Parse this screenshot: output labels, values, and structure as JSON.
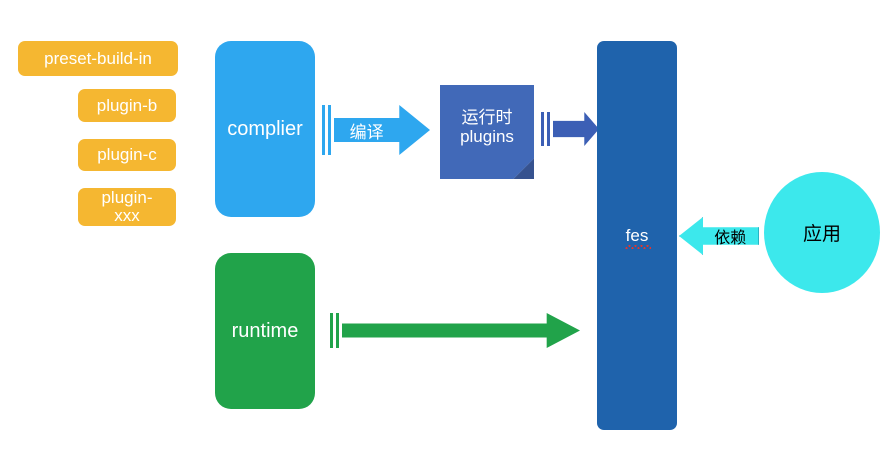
{
  "diagram": {
    "title": "fes architecture diagram",
    "colors": {
      "chip_yellow": "#f5b731",
      "complier_blue": "#2ea7ef",
      "runtime_green": "#21a34a",
      "fes_blue": "#1f63ac",
      "plugins_blue": "#4169b8",
      "arrow_dark_blue": "#3c5fb5",
      "cyan": "#3ce8ec",
      "spellcheck_red": "#e8342a"
    },
    "plugins": [
      {
        "label": "preset-build-in"
      },
      {
        "label": "plugin-b"
      },
      {
        "label": "plugin-c"
      },
      {
        "label_line1": "plugin-",
        "label_line2": "xxx"
      }
    ],
    "complier": {
      "label": "complier"
    },
    "runtime": {
      "label": "runtime"
    },
    "compile_arrow": {
      "label": "编译"
    },
    "runtime_plugins": {
      "line1": "运行时",
      "line2": "plugins"
    },
    "fes": {
      "label": "fes"
    },
    "depend_arrow": {
      "label": "依赖"
    },
    "app": {
      "label": "应用"
    }
  }
}
